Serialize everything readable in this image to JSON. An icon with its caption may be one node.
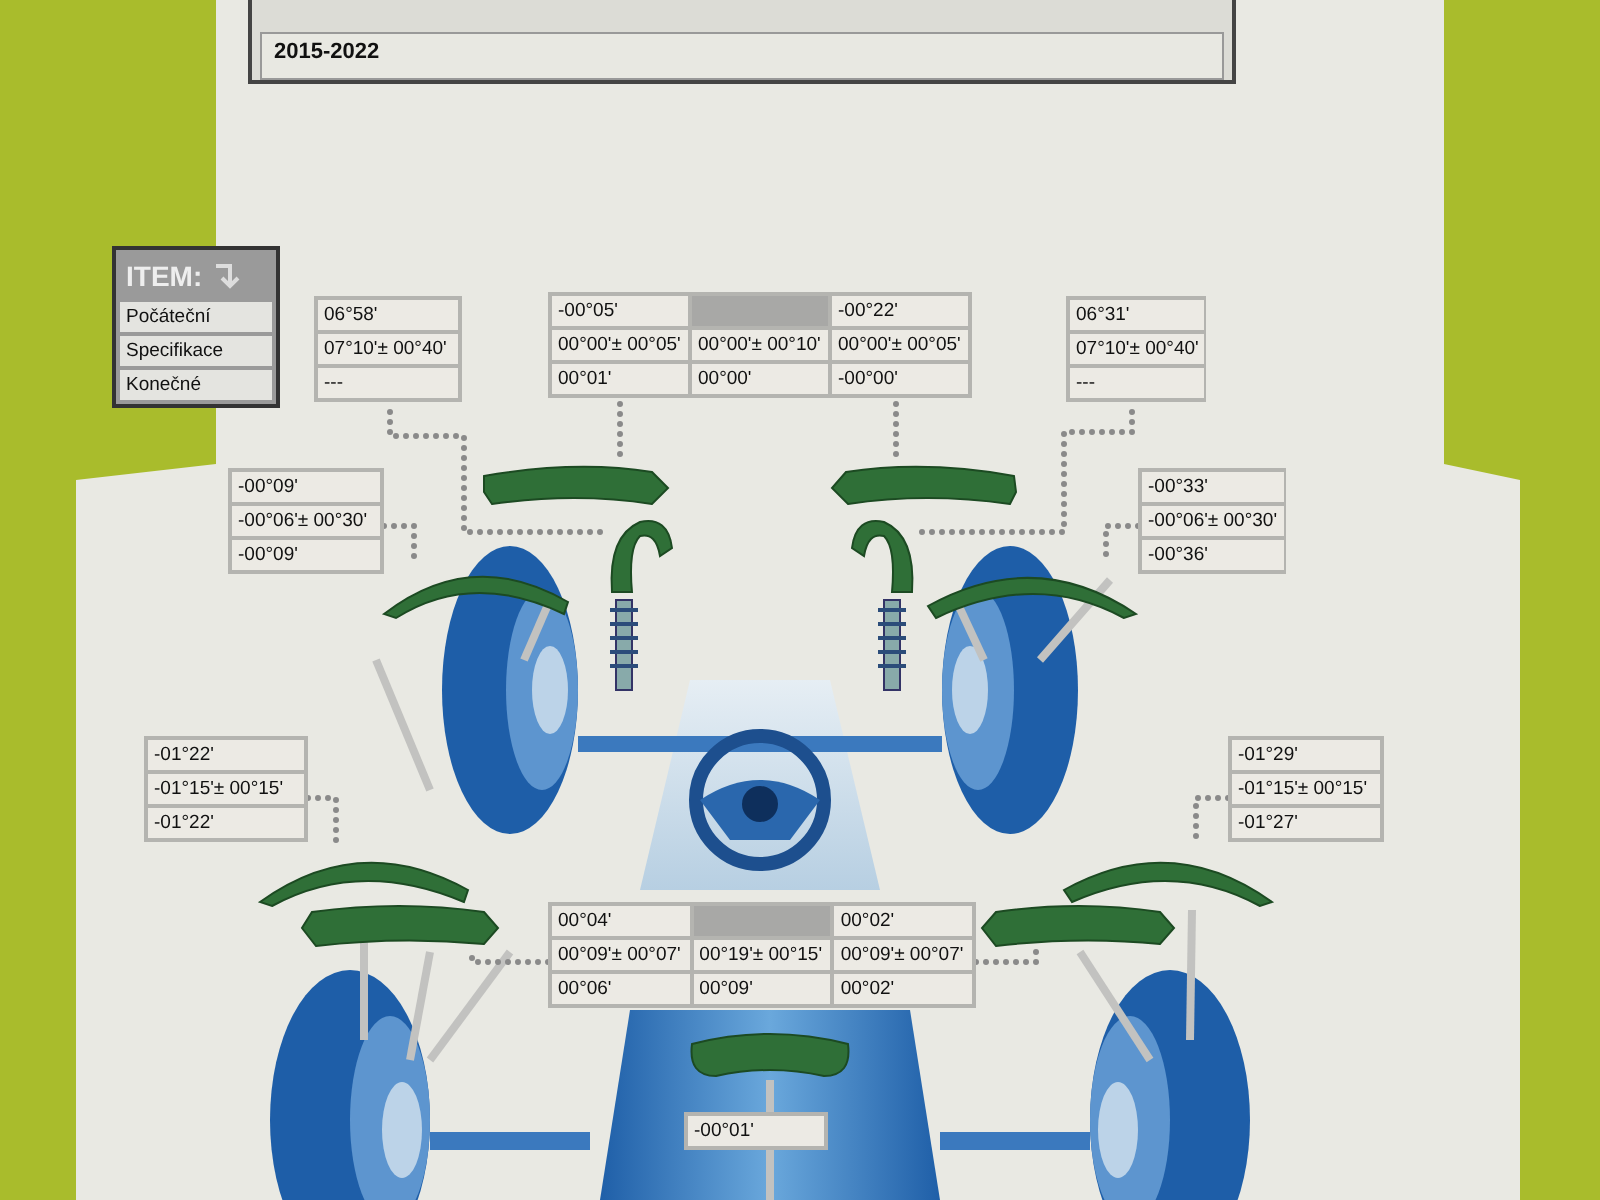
{
  "diagram": {
    "nodes": [
      {
        "text": [
          "ITEM:",
          "Počáteční",
          "Specifikace",
          "Konečné"
        ]
      },
      {
        "text": [
          "06°58'",
          "07°10'± 00°40'",
          "---"
        ]
      },
      {
        "text": [
          "-00°05'",
          "-00°22'",
          "00°00'± 00°05'",
          "00°00'± 00°10'",
          "00°00'± 00°05'",
          "00°01'",
          "00°00'",
          "-00°00'"
        ]
      },
      {
        "text": [
          "06°31'",
          "07°10'± 00°40'",
          "---"
        ]
      },
      {
        "text": [
          "-00°09'",
          "-00°06'± 00°30'",
          "-00°09'"
        ]
      },
      {
        "text": [
          "-00°33'",
          "-00°06'± 00°30'",
          "-00°36'"
        ]
      },
      {
        "text": [
          "-01°22'",
          "-01°15'± 00°15'",
          "-01°22'"
        ]
      },
      {
        "text": [
          "-01°29'",
          "-01°15'± 00°15'",
          "-01°27'"
        ]
      },
      {
        "text": [
          "00°04'",
          "00°02'",
          "00°09'± 00°07'",
          "00°19'± 00°15'",
          "00°09'± 00°07'",
          "00°06'",
          "00°09'",
          "00°02'"
        ]
      },
      {
        "text": [
          "-00°01'"
        ]
      },
      {
        "text": [],
        "shape": "bar"
      },
      {
        "text": [],
        "shape": "bar"
      },
      {
        "text": [],
        "shape": "bar"
      },
      {
        "text": [],
        "shape": "bar"
      },
      {
        "text": [],
        "shape": "bar"
      },
      {
        "text": [],
        "shape": "bar"
      },
      {
        "text": [],
        "shape": "bar"
      },
      {
        "text": [],
        "shape": "bar"
      },
      {
        "text": [],
        "shape": "bar"
      },
      {
        "text": [],
        "shape": "bar"
      },
      {
        "text": [],
        "shape": "bar"
      }
    ],
    "edges": [
      {
        "from": 1,
        "to": 10,
        "arrow": "none"
      },
      {
        "from": 2,
        "to": 11,
        "arrow": "none"
      },
      {
        "from": 2,
        "to": 12,
        "arrow": "none"
      },
      {
        "from": 3,
        "to": 13,
        "arrow": "none"
      },
      {
        "from": 4,
        "to": 14,
        "arrow": "none"
      },
      {
        "from": 5,
        "to": 15,
        "arrow": "none"
      },
      {
        "from": 6,
        "to": 16,
        "arrow": "none"
      },
      {
        "from": 8,
        "to": 17,
        "arrow": "none"
      },
      {
        "from": 8,
        "to": 18,
        "arrow": "none"
      },
      {
        "from": 7,
        "to": 19,
        "arrow": "none"
      }
    ],
    "labels": [
      "2015-2022"
    ]
  }
}
